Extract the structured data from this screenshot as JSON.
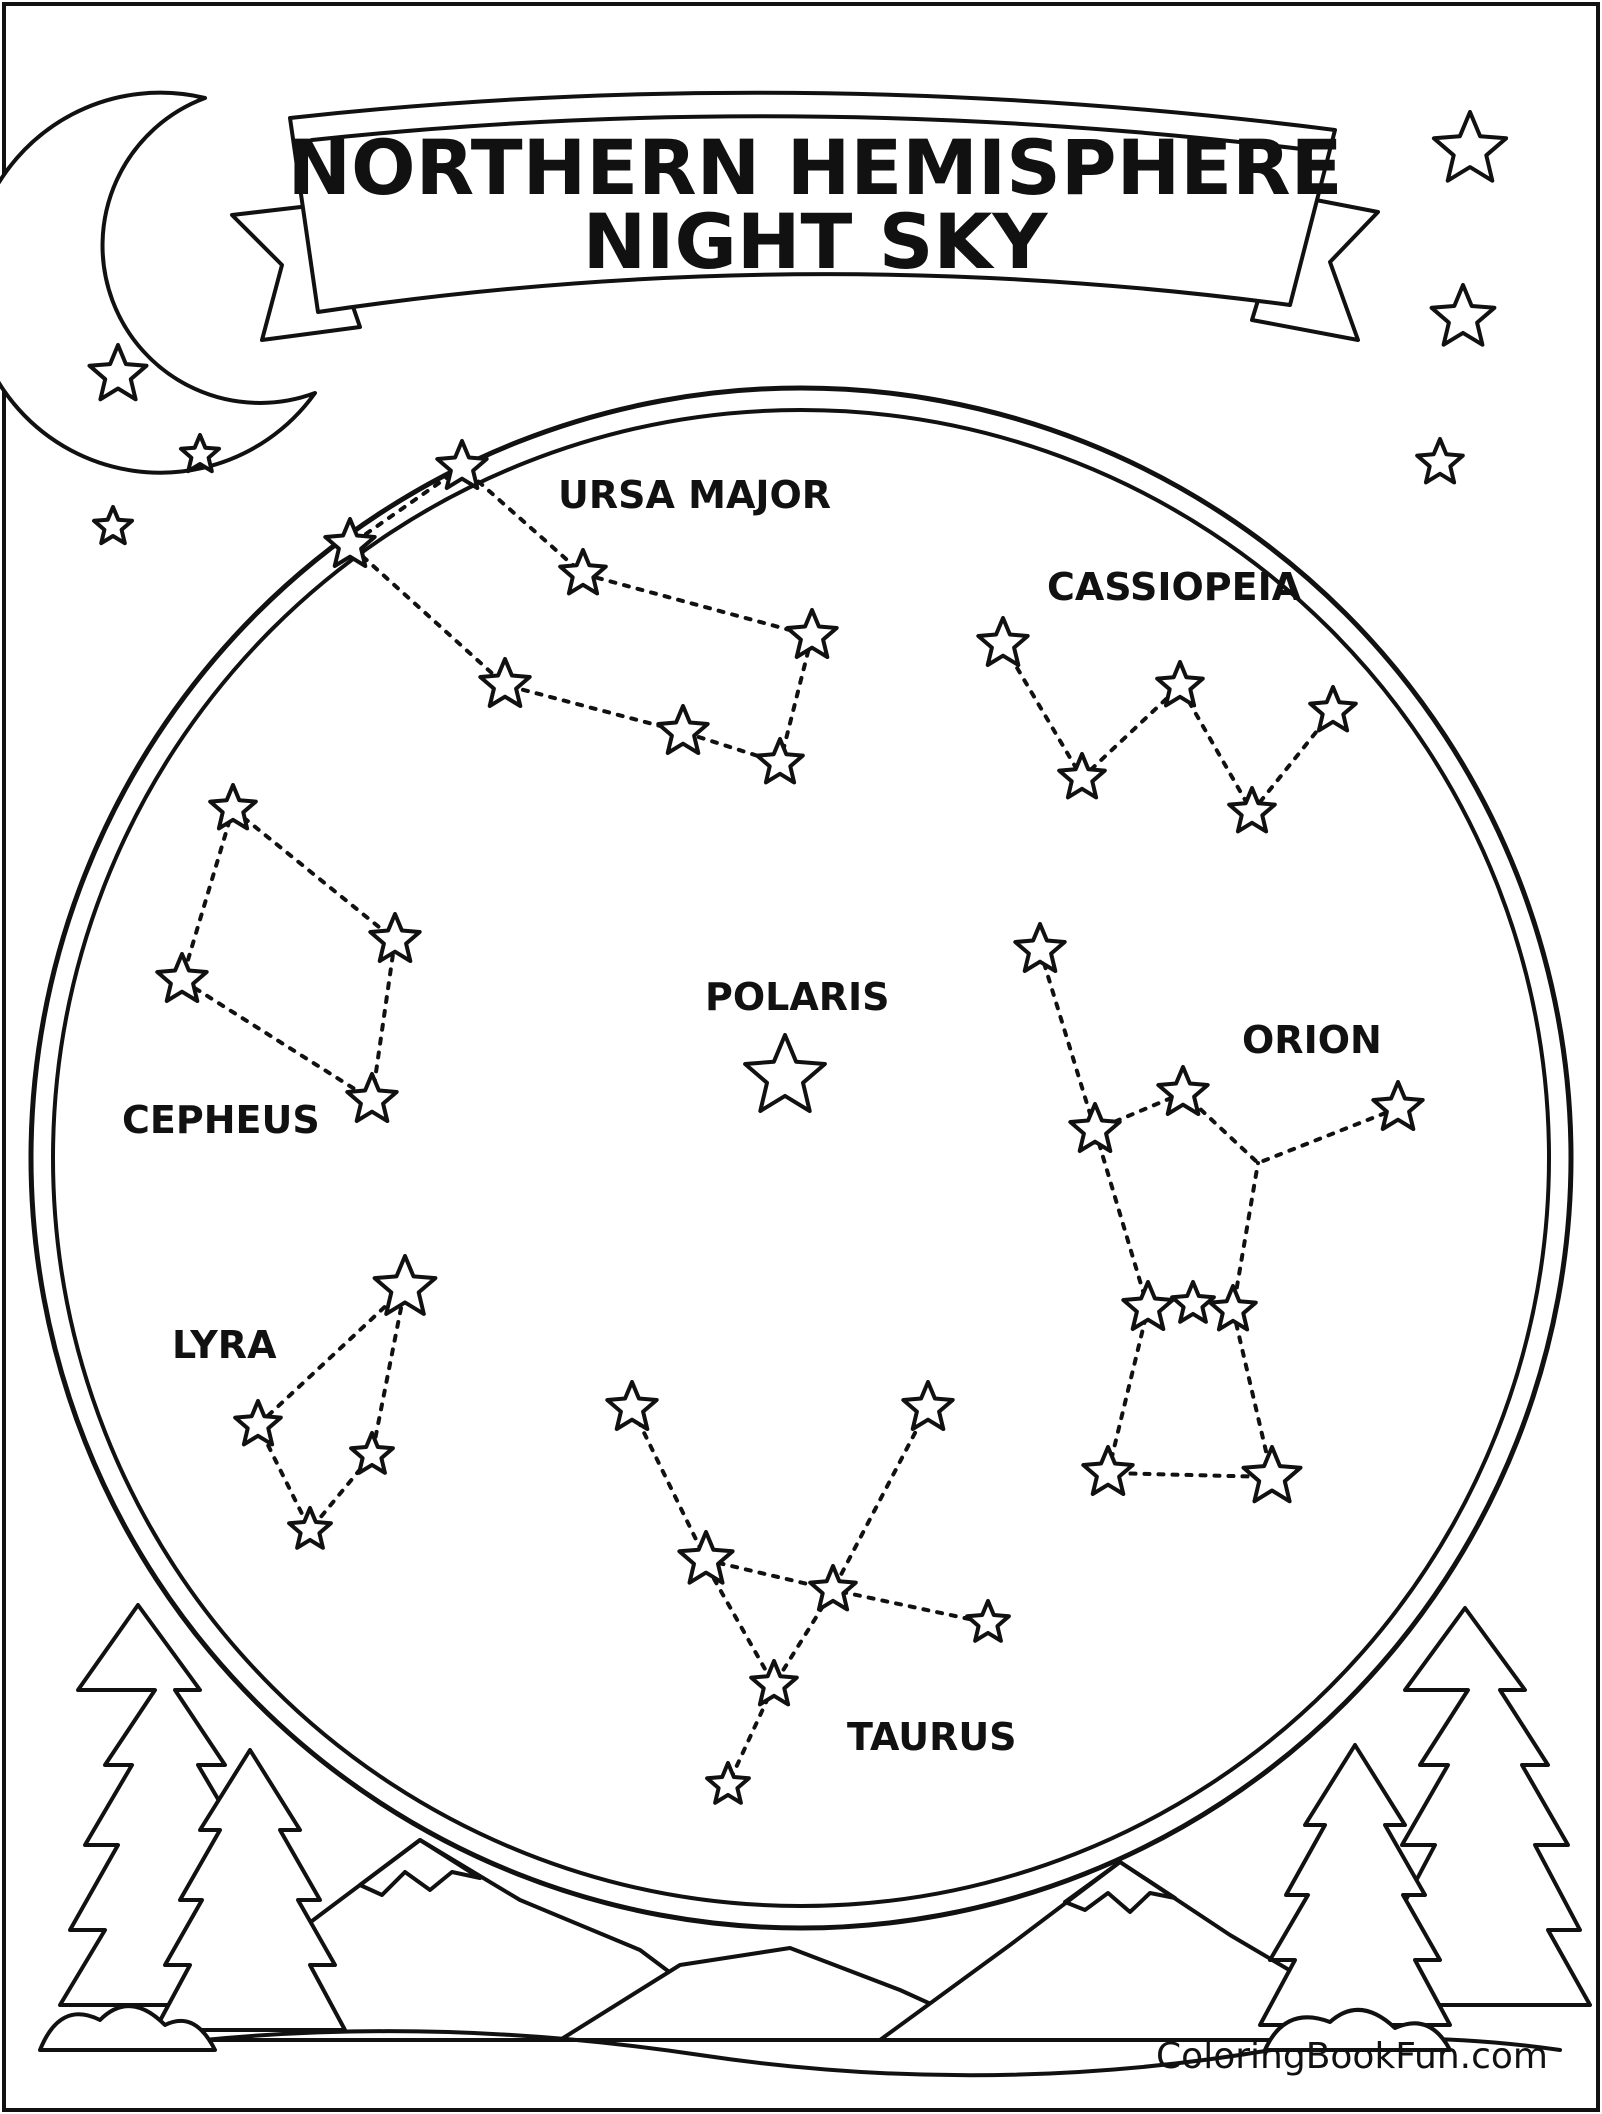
{
  "title": {
    "line1": "NORTHERN HEMISPHERE",
    "line2": "NIGHT SKY"
  },
  "constellations": [
    {
      "name": "URSA MAJOR"
    },
    {
      "name": "CASSIOPEIA"
    },
    {
      "name": "CEPHEUS"
    },
    {
      "name": "POLARIS"
    },
    {
      "name": "ORION"
    },
    {
      "name": "LYRA"
    },
    {
      "name": "TAURUS"
    }
  ],
  "footer": {
    "site": "ColoringBookFun.com"
  },
  "colors": {
    "ink": "#111111",
    "paper": "#ffffff"
  },
  "icons": [
    "moon-icon",
    "star-icon",
    "pine-tree-icon",
    "mountain-icon"
  ]
}
